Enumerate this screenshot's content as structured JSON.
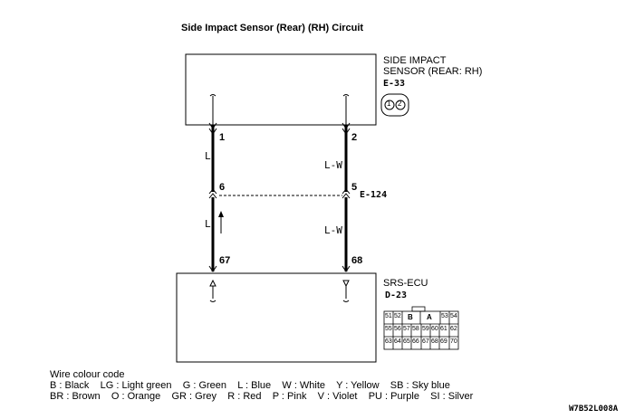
{
  "title": "Side Impact Sensor (Rear) (RH) Circuit",
  "sensor": {
    "name_line1": "SIDE IMPACT",
    "name_line2": "SENSOR (REAR: RH)",
    "connector": "E-33",
    "pins": [
      "1",
      "2"
    ]
  },
  "wires": [
    {
      "top_pin": "1",
      "color_top": "L",
      "mid_pin": "6",
      "color_bottom": "L",
      "bottom_pin": "67"
    },
    {
      "top_pin": "2",
      "color_top": "L-W",
      "mid_pin": "5",
      "color_bottom": "L-W",
      "bottom_pin": "68"
    }
  ],
  "intermediate_connector": "E-124",
  "ecu": {
    "name": "SRS-ECU",
    "connector": "D-23",
    "grid_row1": [
      "51",
      "52",
      "B",
      "A",
      "53",
      "54"
    ],
    "grid_row2": [
      "55",
      "56",
      "57",
      "58",
      "59",
      "60",
      "61",
      "62"
    ],
    "grid_row3": [
      "63",
      "64",
      "65",
      "66",
      "67",
      "68",
      "69",
      "70"
    ]
  },
  "legend": {
    "heading": "Wire colour code",
    "line1": "B : Black    LG : Light green    G : Green    L : Blue    W : White    Y : Yellow    SB : Sky blue",
    "line2": "BR : Brown    O : Orange    GR : Grey    R : Red    P : Pink    V : Violet    PU : Purple    SI : Silver"
  },
  "figure_code": "W7B52L008A"
}
